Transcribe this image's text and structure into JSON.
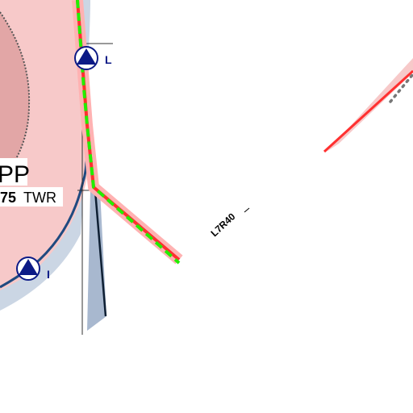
{
  "map": {
    "labels": {
      "airport_partial": "PP",
      "frequency_partial": "75",
      "service": "TWR",
      "waypoint_L": "L",
      "waypoint_I": "I",
      "route_segment_partial": "L7R40"
    },
    "colors": {
      "airspace_fill": "#f7c9c9",
      "airspace_inner": "#e5a9a9",
      "airspace_border": "#1f4a80",
      "airspace_shadow": "#cbd6e4",
      "route_red": "#ff3030",
      "route_halo": "#ffb2b2",
      "route_green_dashed": "#22ee00",
      "corridor_fill": "#a8b8cf",
      "waypoint_blue": "#0c1a86",
      "text": "#000000"
    },
    "icons": [
      "waypoint-triangle-icon",
      "waypoint-triangle-icon"
    ]
  }
}
